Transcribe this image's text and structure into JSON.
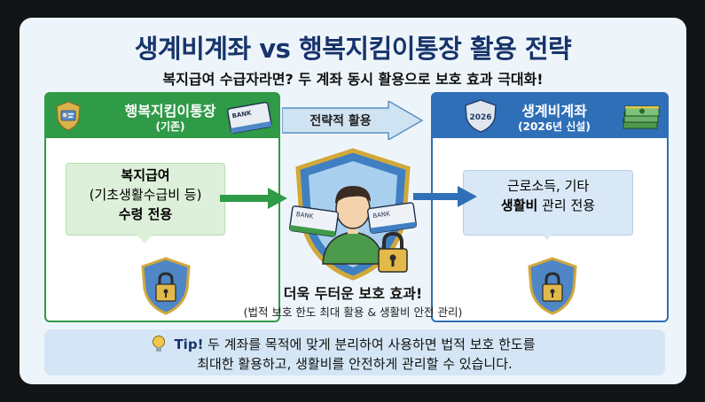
{
  "title": {
    "left": "생계비계좌",
    "vs": "vs",
    "right": "행복지킴이통장 활용 전략"
  },
  "subtitle": "복지급여 수급자라면? 두 계좌 동시 활용으로 보호 효과 극대화!",
  "left_panel": {
    "name": "행복지킴이통장",
    "tag": "(기존)",
    "card_text": "BANK",
    "bubble": {
      "line1": "복지급여",
      "line2": "(기초생활수급비 등)",
      "line3": "수령 전용"
    }
  },
  "middle": {
    "arrow_label": "전략적 활용",
    "card_left_text": "BANK",
    "card_right_text": "BANK",
    "result_main": "더욱 두터운 보호 효과!",
    "result_sub": "(법적 보호 한도 최대 활용 & 생활비 안전 관리)"
  },
  "right_panel": {
    "name": "생계비계좌",
    "tag": "(2026년 신설)",
    "badge_year": "2026",
    "bubble": {
      "line1": "근로소득, 기타",
      "line2_bold": "생활비",
      "line2_rest": " 관리 전용"
    }
  },
  "tip": {
    "label": "Tip!",
    "line1": " 두 계좌를 목적에 맞게 분리하여 사용하면 법적 보호 한도를",
    "line2": "최대한 활용하고, 생활비를 안전하게 관리할 수 있습니다."
  },
  "colors": {
    "green": "#2f9a47",
    "blue": "#2f6fb8",
    "navy": "#17346b",
    "tip_bg": "#d4e6f5"
  }
}
